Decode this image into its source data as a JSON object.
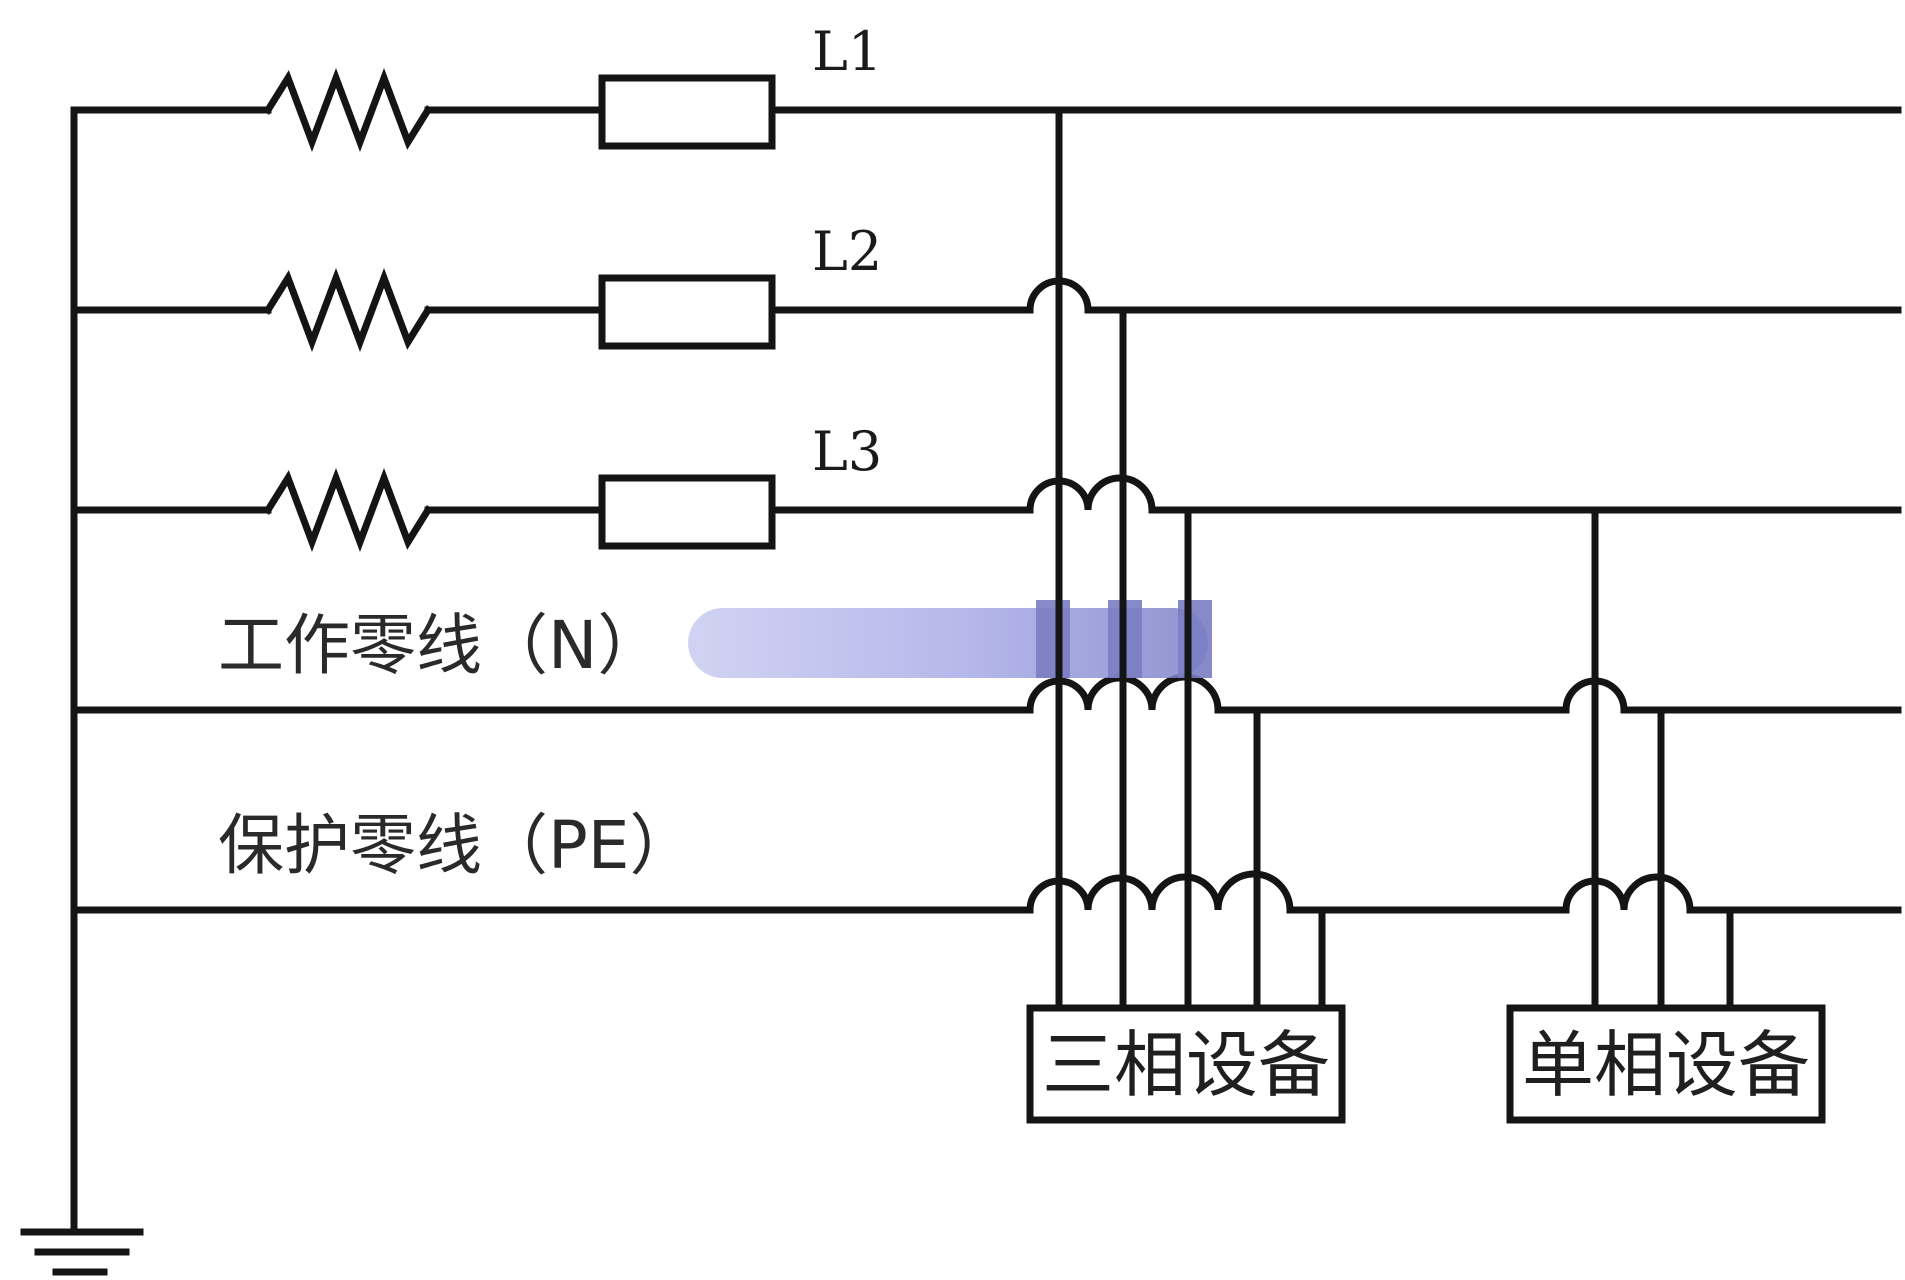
{
  "lines": {
    "l1": "L1",
    "l2": "L2",
    "l3": "L3",
    "neutral": "工作零线（N）",
    "protective_earth": "保护零线（PE）"
  },
  "equipment": {
    "three_phase": "三相设备",
    "single_phase": "单相设备"
  },
  "colors": {
    "wire": "#141414",
    "background": "#ffffff",
    "watermark_blur": "#8f93d8"
  }
}
